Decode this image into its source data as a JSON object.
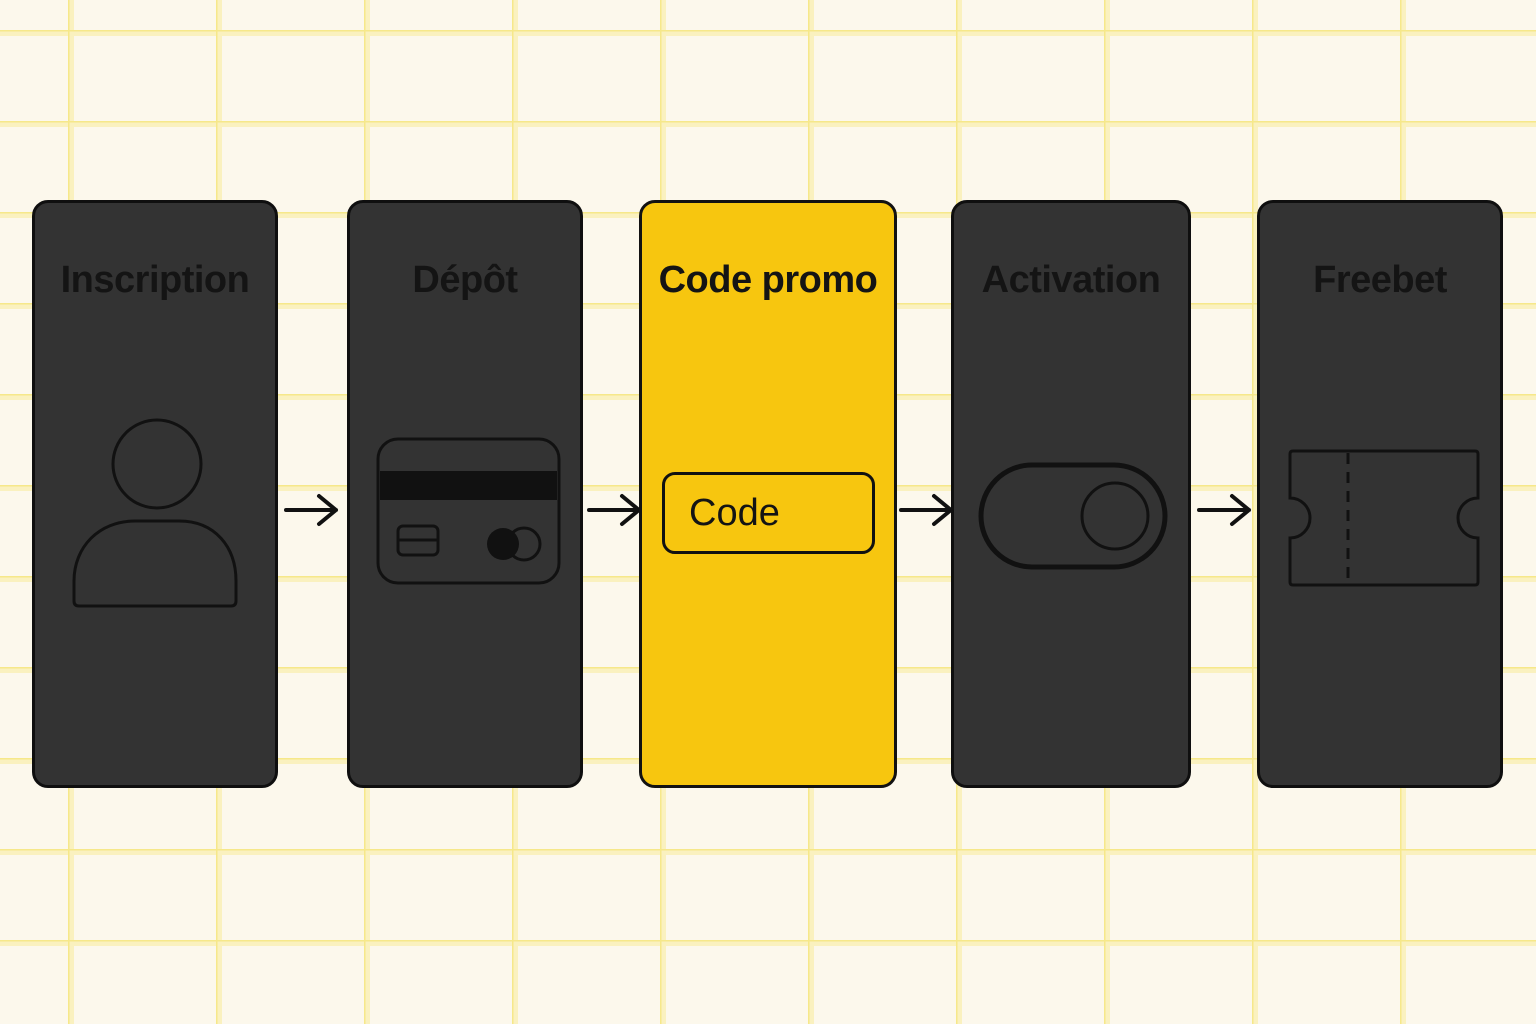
{
  "colors": {
    "background": "#fcf8ec",
    "grid_line": "#f6e88a",
    "card_dark": "#333333",
    "card_active": "#f7c60f",
    "outline": "#111111"
  },
  "steps": [
    {
      "title": "Inscription",
      "icon": "user-icon",
      "active": false
    },
    {
      "title": "Dépôt",
      "icon": "credit-card-icon",
      "active": false
    },
    {
      "title": "Code promo",
      "icon": "code-input-field",
      "active": true,
      "field_value": "Code"
    },
    {
      "title": "Activation",
      "icon": "toggle-switch-icon",
      "active": false
    },
    {
      "title": "Freebet",
      "icon": "ticket-icon",
      "active": false
    }
  ],
  "connectors": [
    "arrow-right-icon",
    "arrow-right-icon",
    "arrow-right-icon",
    "arrow-right-icon"
  ]
}
